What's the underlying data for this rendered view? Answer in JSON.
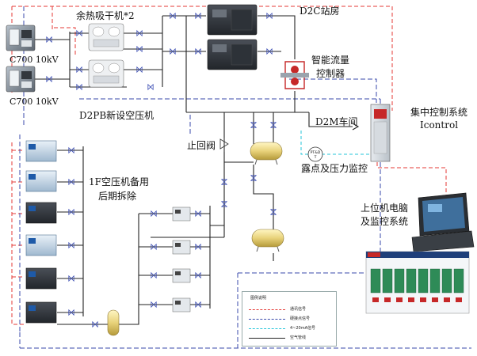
{
  "labels": {
    "c700_top": "C700 10kV",
    "c700_bottom": "C700 10kV",
    "dryer": "余热吸干机*2",
    "d2c": "D2C站房",
    "smart_controller_1": "智能流量",
    "smart_controller_2": "控制器",
    "d2pb": "D2PB新设空压机",
    "central_1": "集中控制系统",
    "central_2": "Icontrol",
    "d2m": "D2M车间",
    "check_valve": "止回阀",
    "dew_point": "露点及压力监控",
    "pt_sensor": "PT&D",
    "pt_sensor_sub": "T",
    "backup_1": "1F空压机备用",
    "backup_2": "后期拆除",
    "upper_pc_1": "上位机电脑",
    "upper_pc_2": "及监控系统"
  },
  "legend": {
    "title": "图例说明",
    "items": [
      {
        "text": "通讯信号",
        "color": "#e53935",
        "style": "dashed"
      },
      {
        "text": "硬接点信号",
        "color": "#3949ab",
        "style": "dashed"
      },
      {
        "text": "4~20mA信号",
        "color": "#26c6da",
        "style": "dashed"
      },
      {
        "text": "空气管线",
        "color": "#222222",
        "style": "solid"
      }
    ]
  },
  "colors": {
    "comm": "#e53935",
    "hard": "#3949ab",
    "analog": "#26c6da",
    "pipe": "#222222",
    "valve": "#3f51b5"
  }
}
